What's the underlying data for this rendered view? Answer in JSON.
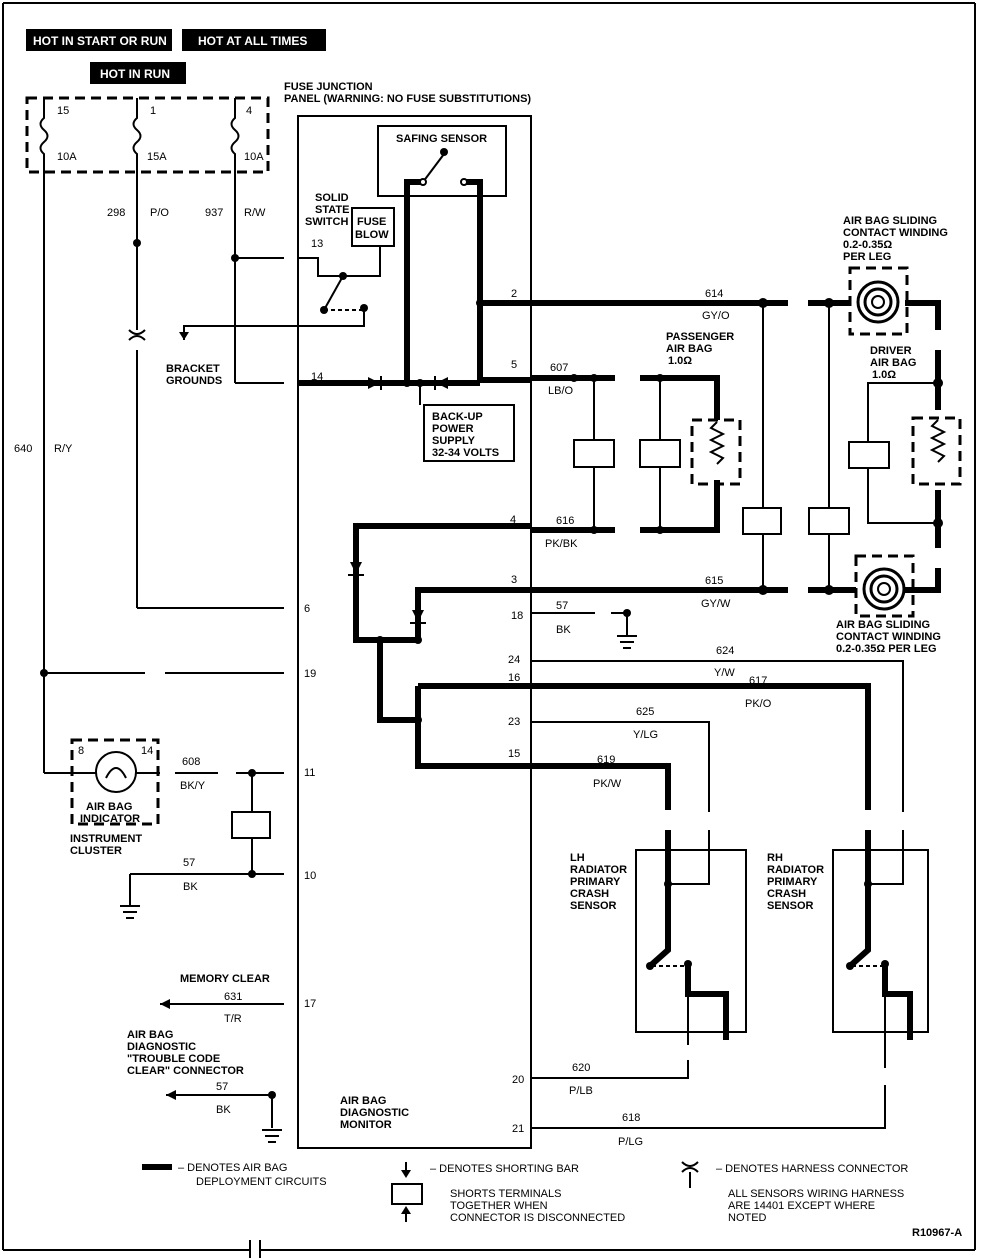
{
  "header": {
    "hot_start_run": "HOT IN START OR RUN",
    "hot_all_times": "HOT AT ALL TIMES",
    "hot_in_run": "HOT IN RUN"
  },
  "fuse_panel": {
    "title_line1": "FUSE JUNCTION",
    "title_line2": "PANEL (WARNING: NO FUSE SUBSTITUTIONS)",
    "fuses": [
      {
        "num": "15",
        "amps": "10A"
      },
      {
        "num": "1",
        "amps": "15A"
      },
      {
        "num": "4",
        "amps": "10A"
      }
    ]
  },
  "wires": {
    "w298": "298",
    "w298_color": "P/O",
    "w937": "937",
    "w937_color": "R/W",
    "w640": "640",
    "w640_color": "R/Y",
    "w614": "614",
    "w614_color": "GY/O",
    "w607": "607",
    "w607_color": "LB/O",
    "w616": "616",
    "w616_color": "PK/BK",
    "w615": "615",
    "w615_color": "GY/W",
    "w57a": "57",
    "w57a_color": "BK",
    "w624": "624",
    "w624_color": "Y/W",
    "w617": "617",
    "w617_color": "PK/O",
    "w625": "625",
    "w625_color": "Y/LG",
    "w619": "619",
    "w619_color": "PK/W",
    "w608": "608",
    "w608_color": "BK/Y",
    "w57b": "57",
    "w57b_color": "BK",
    "w631": "631",
    "w631_color": "T/R",
    "w57c": "57",
    "w57c_color": "BK",
    "w620": "620",
    "w620_color": "P/LB",
    "w618": "618",
    "w618_color": "P/LG"
  },
  "pins": {
    "p13": "13",
    "p14": "14",
    "p2": "2",
    "p5": "5",
    "p4": "4",
    "p3": "3",
    "p18": "18",
    "p6": "6",
    "p24": "24",
    "p19": "19",
    "p16": "16",
    "p23": "23",
    "p15": "15",
    "p11": "11",
    "p10": "10",
    "p17": "17",
    "p20": "20",
    "p21": "21"
  },
  "components": {
    "safing_sensor": "SAFING SENSOR",
    "solid_state_1": "SOLID",
    "solid_state_2": "STATE",
    "solid_state_3": "SWITCH",
    "fuse_blow_1": "FUSE",
    "fuse_blow_2": "BLOW",
    "bracket_1": "BRACKET",
    "bracket_2": "GROUNDS",
    "backup_1": "BACK-UP",
    "backup_2": "POWER",
    "backup_3": "SUPPLY",
    "backup_4": "32-34 VOLTS",
    "sliding_top_1": "AIR BAG SLIDING",
    "sliding_top_2": "CONTACT WINDING",
    "sliding_top_3": "0.2-0.35Ω",
    "sliding_top_4": "PER LEG",
    "passenger_1": "PASSENGER",
    "passenger_2": "AIR BAG",
    "passenger_3": "1.0Ω",
    "driver_1": "DRIVER",
    "driver_2": "AIR BAG",
    "driver_3": "1.0Ω",
    "sliding_bot_1": "AIR BAG SLIDING",
    "sliding_bot_2": "CONTACT WINDING",
    "sliding_bot_3": "0.2-0.35Ω PER LEG",
    "indicator_1": "AIR BAG",
    "indicator_2": "INDICATOR",
    "indicator_pin_8": "8",
    "indicator_pin_14": "14",
    "cluster_1": "INSTRUMENT",
    "cluster_2": "CLUSTER",
    "memory_clear": "MEMORY CLEAR",
    "diag_conn_1": "AIR BAG",
    "diag_conn_2": "DIAGNOSTIC",
    "diag_conn_3": "\"TROUBLE CODE",
    "diag_conn_4": "CLEAR\" CONNECTOR",
    "lh_1": "LH",
    "lh_2": "RADIATOR",
    "lh_3": "PRIMARY",
    "lh_4": "CRASH",
    "lh_5": "SENSOR",
    "rh_1": "RH",
    "rh_2": "RADIATOR",
    "rh_3": "PRIMARY",
    "rh_4": "CRASH",
    "rh_5": "SENSOR",
    "monitor_1": "AIR BAG",
    "monitor_2": "DIAGNOSTIC",
    "monitor_3": "MONITOR"
  },
  "legend": {
    "deploy_1": "– DENOTES AIR BAG",
    "deploy_2": "DEPLOYMENT CIRCUITS",
    "shorting": "– DENOTES SHORTING BAR",
    "shorts_1": "SHORTS TERMINALS",
    "shorts_2": "TOGETHER WHEN",
    "shorts_3": "CONNECTOR IS DISCONNECTED",
    "harness": "– DENOTES HARNESS CONNECTOR",
    "all_1": "ALL SENSORS WIRING HARNESS",
    "all_2": "ARE 14401 EXCEPT WHERE",
    "all_3": "NOTED",
    "ref": "R10967-A"
  }
}
